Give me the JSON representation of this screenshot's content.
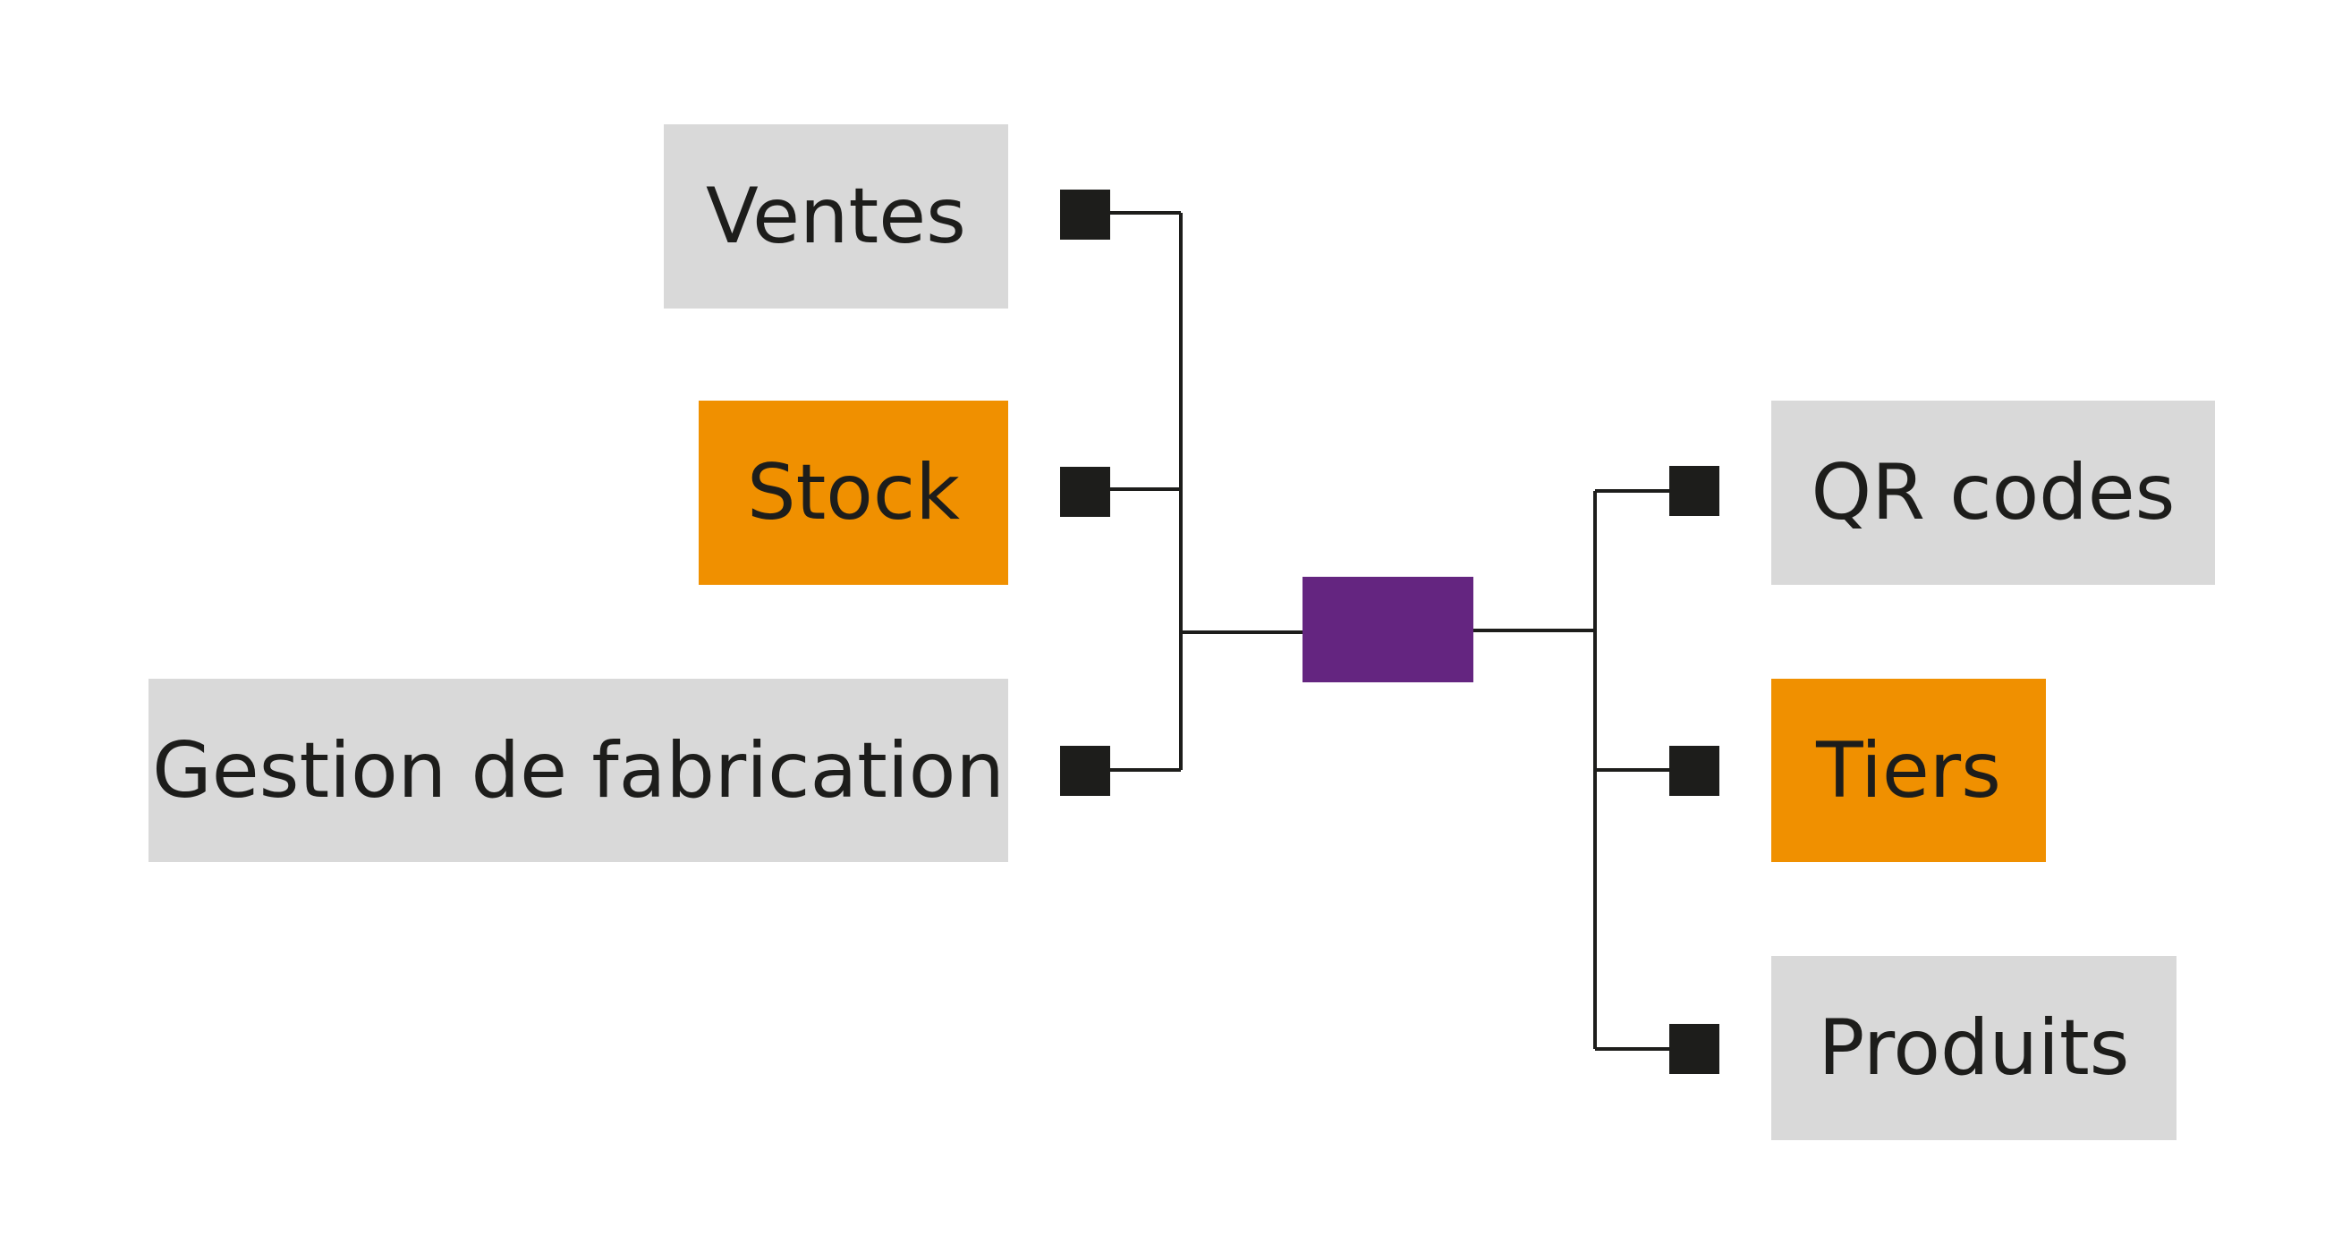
{
  "colors": {
    "default_fill": "#d9d9d9",
    "highlight_fill": "#f09000",
    "hub_fill": "#642580",
    "connector_fill": "#1d1d1b",
    "line_color": "#1d1d1b",
    "text_color": "#1d1d1b"
  },
  "hub": {
    "label": ""
  },
  "left_nodes": [
    {
      "id": "ventes",
      "label": "Ventes",
      "highlight": false
    },
    {
      "id": "stock",
      "label": "Stock",
      "highlight": true
    },
    {
      "id": "gestion-de-fabrication",
      "label": "Gestion de fabrication",
      "highlight": false
    }
  ],
  "right_nodes": [
    {
      "id": "qr-codes",
      "label": "QR codes",
      "highlight": false
    },
    {
      "id": "tiers",
      "label": "Tiers",
      "highlight": true
    },
    {
      "id": "produits",
      "label": "Produits",
      "highlight": false
    }
  ]
}
